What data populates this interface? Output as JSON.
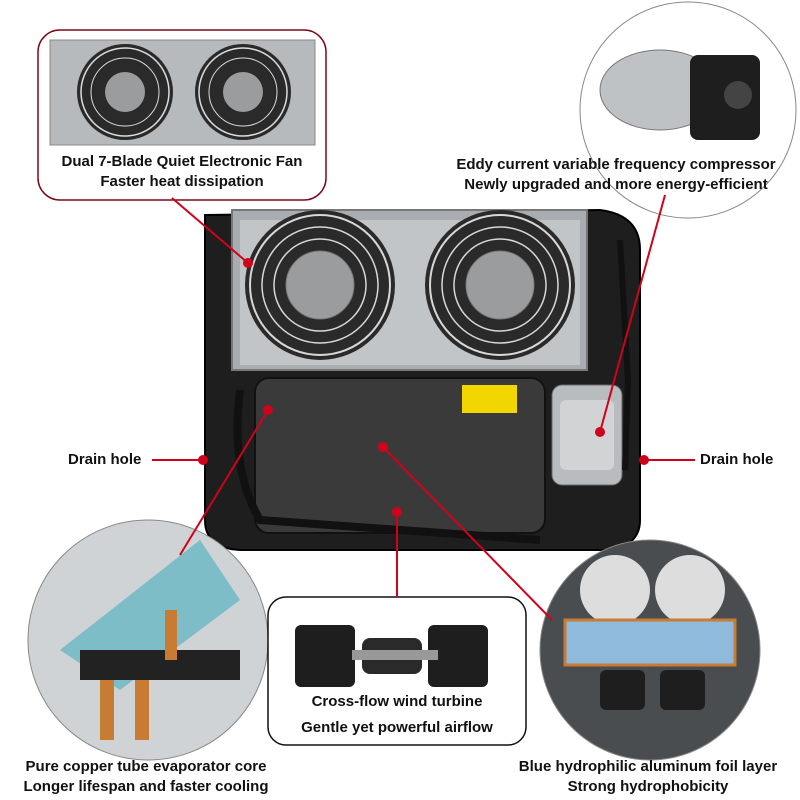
{
  "callouts": {
    "fan": {
      "line1": "Dual 7-Blade Quiet Electronic Fan",
      "line2": "Faster heat dissipation"
    },
    "compressor": {
      "line1": "Eddy current variable frequency compressor",
      "line2": "Newly upgraded and more energy-efficient"
    },
    "drain_left": "Drain hole",
    "drain_right": "Drain hole",
    "turbine": {
      "line1": "Cross-flow wind turbine",
      "line2": "Gentle yet powerful airflow"
    },
    "evaporator": {
      "line1": "Pure copper tube evaporator core",
      "line2": "Longer lifespan and faster cooling"
    },
    "foil": {
      "line1": "Blue hydrophilic aluminum foil layer",
      "line2": "Strong hydrophobicity"
    }
  },
  "colors": {
    "accent": "#d0021b",
    "border": "#7a0a18"
  },
  "icons": [
    "fan-icon",
    "compressor-icon",
    "blower-icon",
    "evaporator-icon"
  ]
}
